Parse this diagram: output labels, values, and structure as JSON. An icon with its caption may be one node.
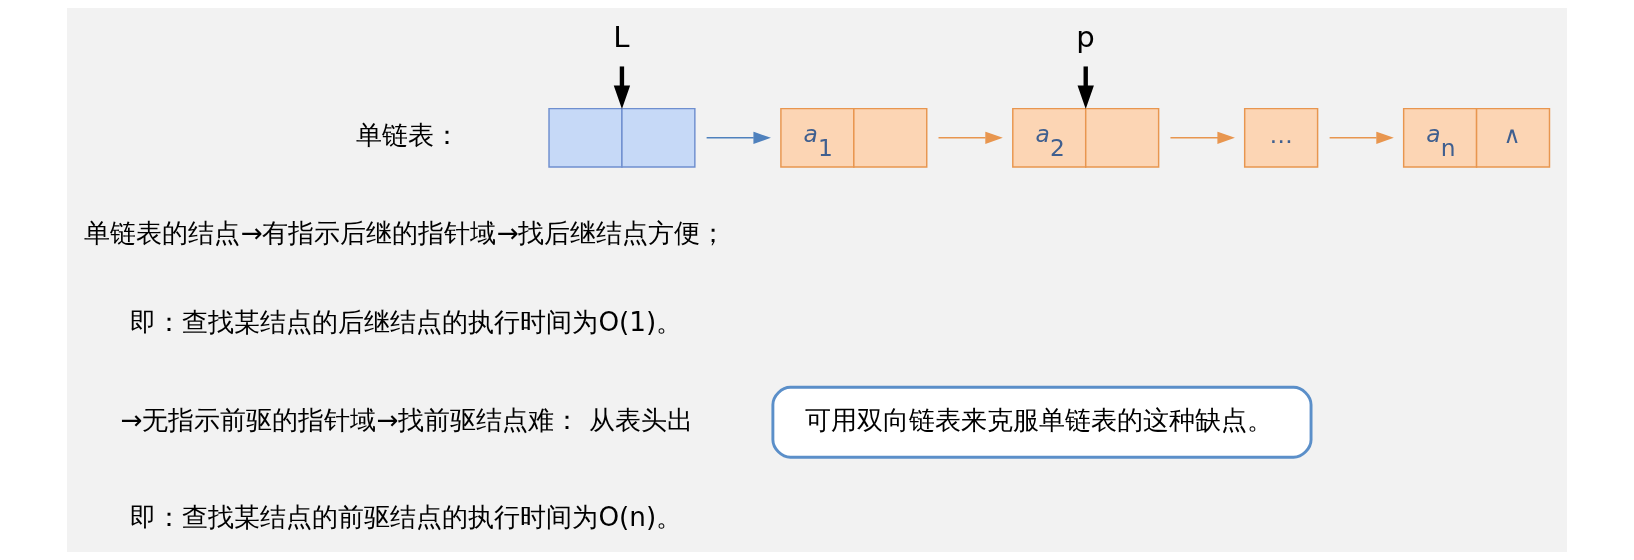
{
  "diagram": {
    "nodes": [
      {
        "text": [
          "L"
        ]
      },
      {
        "text": [
          "p"
        ]
      },
      {
        "text": [],
        "shape": "box"
      },
      {
        "text": [
          "*a*$_{1}$"
        ]
      },
      {
        "text": [
          "*a*$_{2}$"
        ]
      },
      {
        "text": [
          "…"
        ]
      },
      {
        "text": [
          "*a*$_{n}$",
          "∧"
        ]
      },
      {
        "text": [
          "可用双向链表来克服单链表的这种缺点。"
        ]
      }
    ],
    "edges": [
      {
        "from": 0,
        "to": 2,
        "arrow": "to",
        "style": "thick",
        "color": "#000000"
      },
      {
        "from": 1,
        "to": 4,
        "arrow": "to",
        "style": "thick",
        "color": "#000000"
      },
      {
        "from": 2,
        "to": 3,
        "arrow": "to",
        "color": "#4f81bd"
      },
      {
        "from": 3,
        "to": 4,
        "arrow": "to"
      },
      {
        "from": 4,
        "to": 5,
        "arrow": "to"
      },
      {
        "from": 5,
        "to": 6,
        "arrow": "to"
      }
    ],
    "labels": [
      "单链表：",
      "单链表的结点→有指示后继的指针域→找后继结点方便；",
      "即：查找某结点的后继结点的执行时间为O(1)。",
      "→无指示前驱的指针域→找前驱结点难： 从表头出",
      "即：查找某结点的前驱结点的执行时间为O(n)。"
    ]
  }
}
